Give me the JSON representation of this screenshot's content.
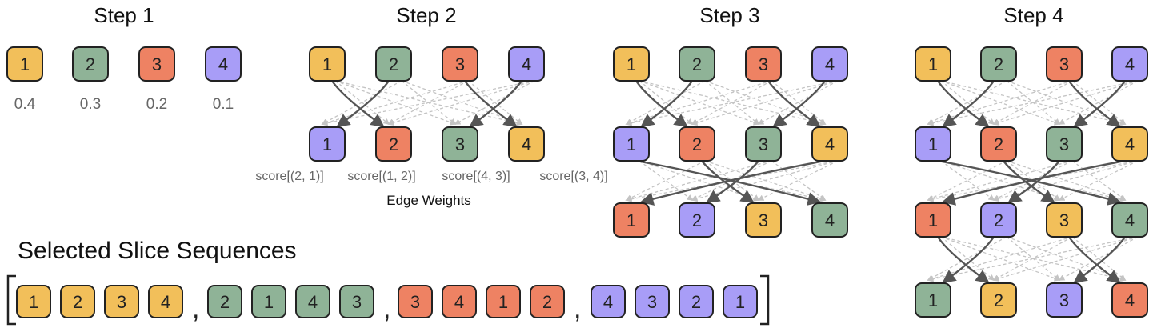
{
  "colors": {
    "1": "#F2BF5A",
    "2": "#8FB397",
    "3": "#EE8263",
    "4": "#A89DF7",
    "box_stroke": "#222222",
    "edge_strong": "#555555",
    "edge_faint": "#C4C4C4"
  },
  "steps": {
    "step1": {
      "title": "Step 1",
      "boxes": [
        {
          "label": "1",
          "color": "1"
        },
        {
          "label": "2",
          "color": "2"
        },
        {
          "label": "3",
          "color": "3"
        },
        {
          "label": "4",
          "color": "4"
        }
      ],
      "probs": [
        "0.4",
        "0.3",
        "0.2",
        "0.1"
      ]
    },
    "step2": {
      "title": "Step 2",
      "rows": [
        [
          {
            "label": "1",
            "color": "1"
          },
          {
            "label": "2",
            "color": "2"
          },
          {
            "label": "3",
            "color": "3"
          },
          {
            "label": "4",
            "color": "4"
          }
        ],
        [
          {
            "label": "1",
            "color": "4"
          },
          {
            "label": "2",
            "color": "3"
          },
          {
            "label": "3",
            "color": "2"
          },
          {
            "label": "4",
            "color": "1"
          }
        ]
      ],
      "scores": [
        "score[(2, 1)]",
        "score[(1, 2)]",
        "score[(4, 3)]",
        "score[(3, 4)]"
      ],
      "edge_weights_label": "Edge Weights"
    },
    "step3": {
      "title": "Step 3",
      "rows": [
        [
          {
            "label": "1",
            "color": "1"
          },
          {
            "label": "2",
            "color": "2"
          },
          {
            "label": "3",
            "color": "3"
          },
          {
            "label": "4",
            "color": "4"
          }
        ],
        [
          {
            "label": "1",
            "color": "4"
          },
          {
            "label": "2",
            "color": "3"
          },
          {
            "label": "3",
            "color": "2"
          },
          {
            "label": "4",
            "color": "1"
          }
        ],
        [
          {
            "label": "1",
            "color": "3"
          },
          {
            "label": "2",
            "color": "4"
          },
          {
            "label": "3",
            "color": "1"
          },
          {
            "label": "4",
            "color": "2"
          }
        ]
      ]
    },
    "step4": {
      "title": "Step 4",
      "rows": [
        [
          {
            "label": "1",
            "color": "1"
          },
          {
            "label": "2",
            "color": "2"
          },
          {
            "label": "3",
            "color": "3"
          },
          {
            "label": "4",
            "color": "4"
          }
        ],
        [
          {
            "label": "1",
            "color": "4"
          },
          {
            "label": "2",
            "color": "3"
          },
          {
            "label": "3",
            "color": "2"
          },
          {
            "label": "4",
            "color": "1"
          }
        ],
        [
          {
            "label": "1",
            "color": "3"
          },
          {
            "label": "2",
            "color": "4"
          },
          {
            "label": "3",
            "color": "1"
          },
          {
            "label": "4",
            "color": "2"
          }
        ],
        [
          {
            "label": "1",
            "color": "2"
          },
          {
            "label": "2",
            "color": "1"
          },
          {
            "label": "3",
            "color": "4"
          },
          {
            "label": "4",
            "color": "3"
          }
        ]
      ]
    }
  },
  "selected": {
    "title": "Selected Slice Sequences",
    "sequences": [
      [
        {
          "label": "1",
          "color": "1"
        },
        {
          "label": "2",
          "color": "1"
        },
        {
          "label": "3",
          "color": "1"
        },
        {
          "label": "4",
          "color": "1"
        }
      ],
      [
        {
          "label": "2",
          "color": "2"
        },
        {
          "label": "1",
          "color": "2"
        },
        {
          "label": "4",
          "color": "2"
        },
        {
          "label": "3",
          "color": "2"
        }
      ],
      [
        {
          "label": "3",
          "color": "3"
        },
        {
          "label": "4",
          "color": "3"
        },
        {
          "label": "1",
          "color": "3"
        },
        {
          "label": "2",
          "color": "3"
        }
      ],
      [
        {
          "label": "4",
          "color": "4"
        },
        {
          "label": "3",
          "color": "4"
        },
        {
          "label": "2",
          "color": "4"
        },
        {
          "label": "1",
          "color": "4"
        }
      ]
    ]
  }
}
